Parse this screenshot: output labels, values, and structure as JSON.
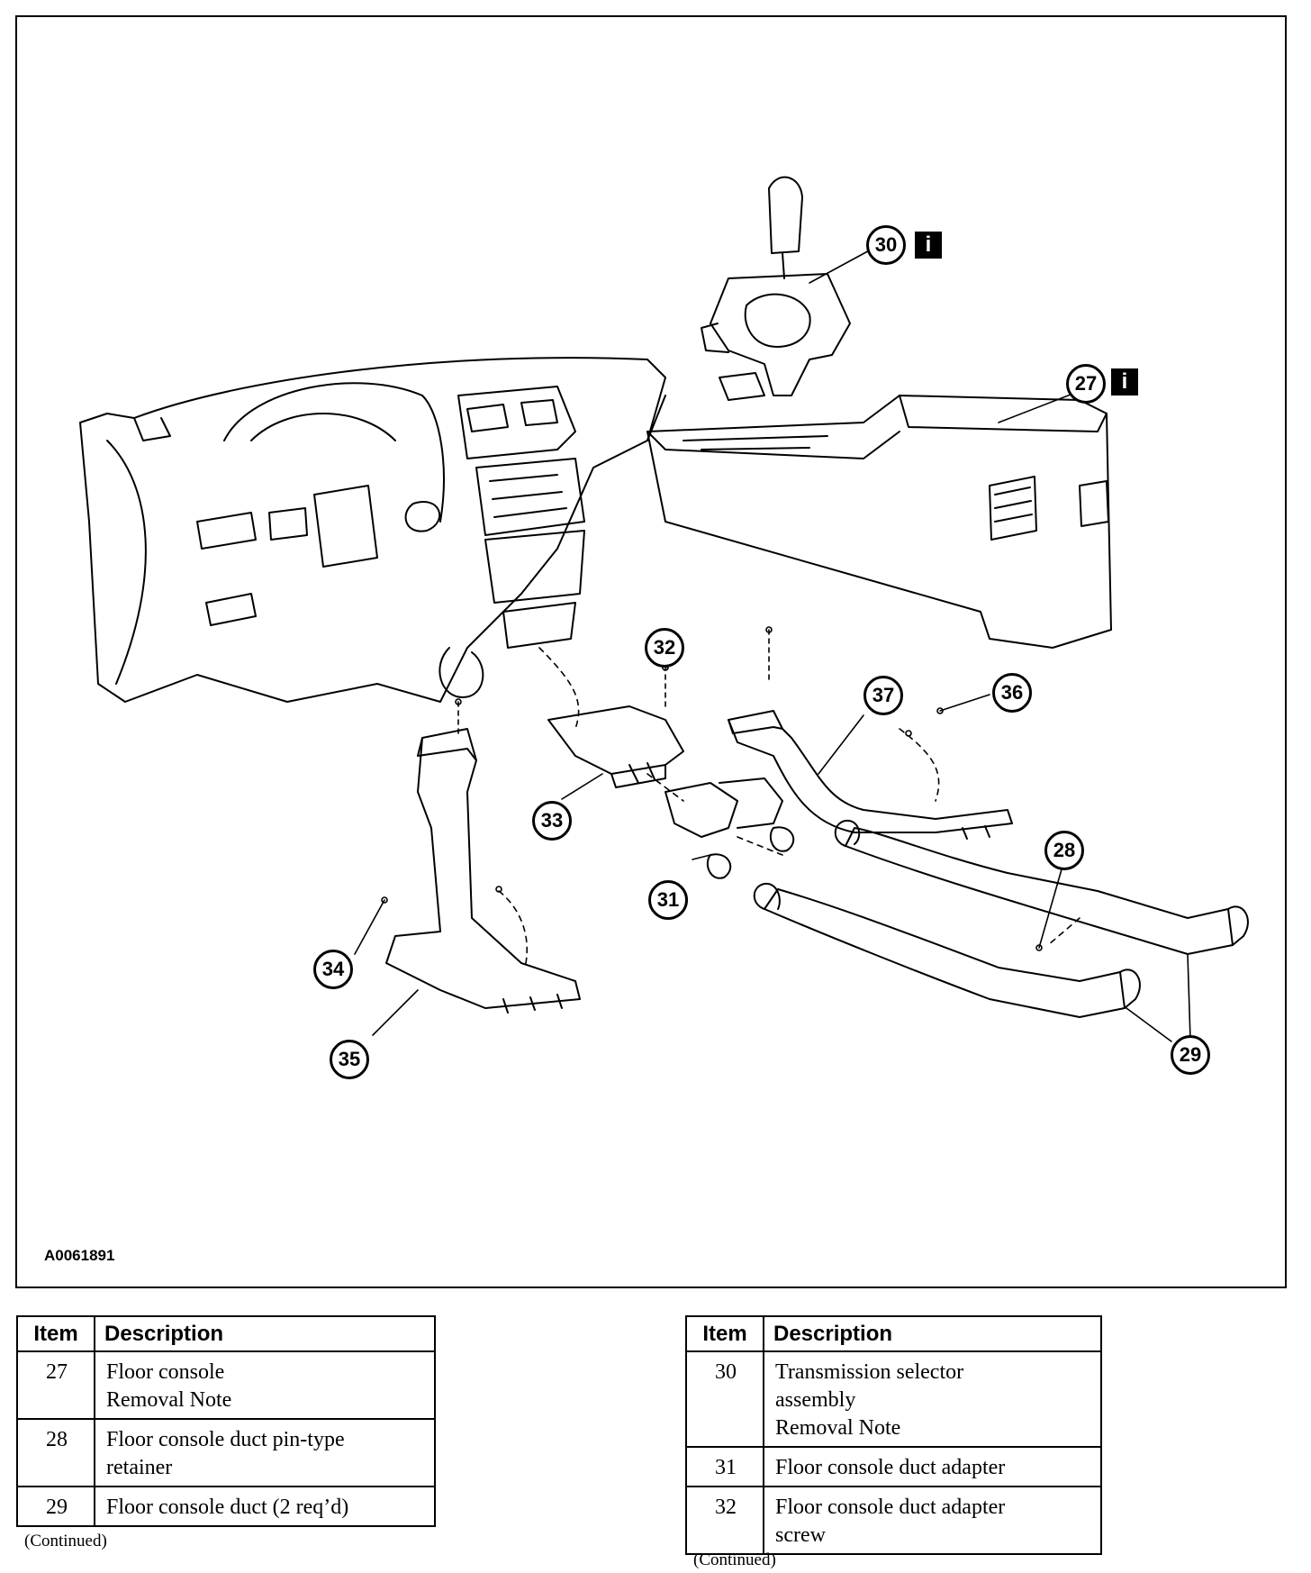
{
  "figure": {
    "id": "A0061891",
    "callouts": [
      {
        "num": "27",
        "info": true
      },
      {
        "num": "28",
        "info": false
      },
      {
        "num": "29",
        "info": false
      },
      {
        "num": "30",
        "info": true
      },
      {
        "num": "31",
        "info": false
      },
      {
        "num": "32",
        "info": false
      },
      {
        "num": "33",
        "info": false
      },
      {
        "num": "34",
        "info": false
      },
      {
        "num": "35",
        "info": false
      },
      {
        "num": "36",
        "info": false
      },
      {
        "num": "37",
        "info": false
      }
    ],
    "info_icon_glyph": "i",
    "colors": {
      "line": "#000000",
      "background": "#ffffff"
    }
  },
  "tables": {
    "headers": {
      "item": "Item",
      "description": "Description"
    },
    "left": {
      "rows": [
        {
          "item": "27",
          "lines": [
            "Floor console",
            "Removal Note"
          ]
        },
        {
          "item": "28",
          "lines": [
            "Floor console duct pin-type",
            "retainer"
          ]
        },
        {
          "item": "29",
          "lines": [
            "Floor console duct (2 req’d)"
          ]
        }
      ],
      "continued": "(Continued)"
    },
    "right": {
      "rows": [
        {
          "item": "30",
          "lines": [
            "Transmission selector",
            "assembly",
            "Removal Note"
          ]
        },
        {
          "item": "31",
          "lines": [
            "Floor console duct adapter"
          ]
        },
        {
          "item": "32",
          "lines": [
            "Floor console duct adapter",
            "screw"
          ]
        }
      ],
      "continued": "(Continued)"
    }
  }
}
